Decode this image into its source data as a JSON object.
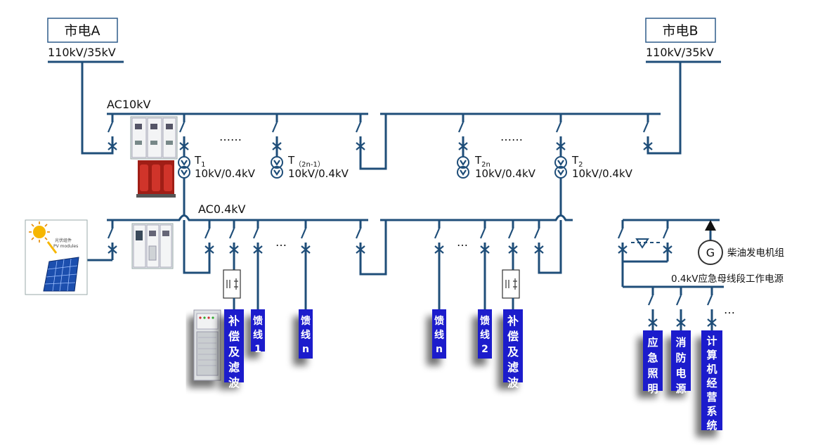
{
  "sources": {
    "a_label": "市电A",
    "a_voltage": "110kV/35kV",
    "b_label": "市电B",
    "b_voltage": "110kV/35kV"
  },
  "bus": {
    "ac10_label": "AC10kV",
    "ac04_label": "AC0.4kV",
    "emergency_label": "0.4kV应急母线段工作电源"
  },
  "transformers": [
    {
      "name": "T",
      "sub": "1",
      "rating": "10kV/0.4kV"
    },
    {
      "name": "T",
      "sub": "（2n-1）",
      "rating": "10kV/0.4kV"
    },
    {
      "name": "T",
      "sub": "2n",
      "rating": "10kV/0.4kV"
    },
    {
      "name": "T",
      "sub": "2",
      "rating": "10kV/0.4kV"
    }
  ],
  "ellipsis": "……",
  "dots": "…",
  "generator": {
    "symbol": "G",
    "label": "柴油发电机组"
  },
  "pv": {
    "cn": "光伏组件",
    "en": "PV modules"
  },
  "feeders": [
    {
      "text": "补偿及滤波"
    },
    {
      "text": "馈线1"
    },
    {
      "text": "馈线n"
    },
    {
      "text": "馈线n"
    },
    {
      "text": "馈线2"
    },
    {
      "text": "补偿及滤波"
    },
    {
      "text": "应急照明"
    },
    {
      "text": "消防电源"
    },
    {
      "text": "计算机经营系统"
    }
  ],
  "colors": {
    "bus": "#1f4e79",
    "feeder_box": "#1a1acc",
    "source_box_border": "#2e5c8a",
    "cabinet_red": "#c0281e"
  }
}
